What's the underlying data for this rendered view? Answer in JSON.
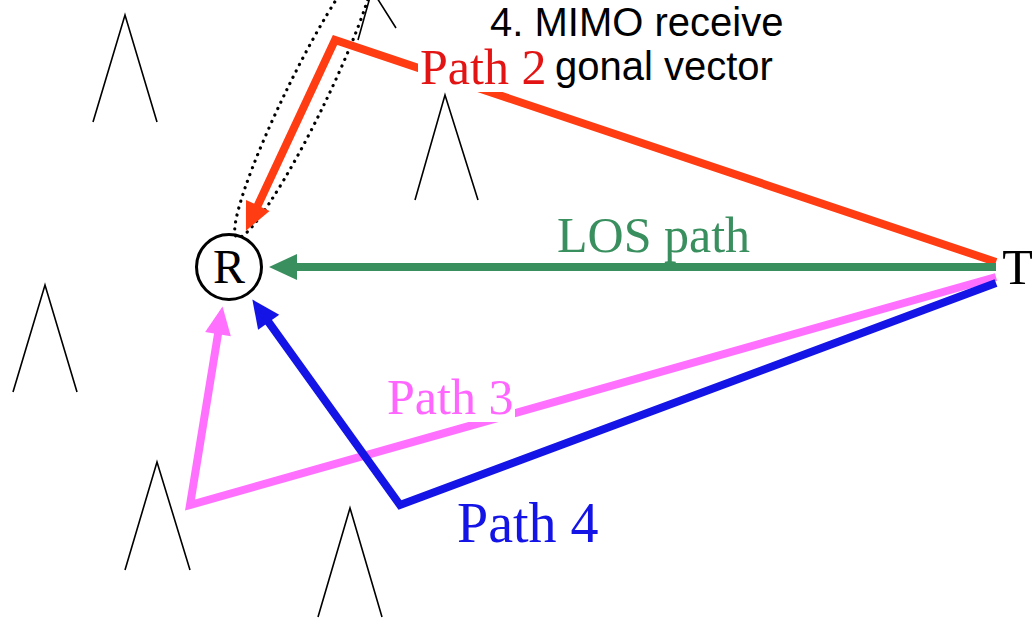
{
  "diagram": {
    "nodes": [
      {
        "text": [
          "R"
        ]
      },
      {
        "text": [
          "T"
        ]
      }
    ],
    "edges": [
      {
        "from": 1,
        "to": 0,
        "arrow": "to",
        "label": "Path 2"
      },
      {
        "from": 1,
        "to": 0,
        "arrow": "to",
        "label": "LOS path"
      },
      {
        "from": 1,
        "to": 0,
        "arrow": "to",
        "label": "Path 3"
      },
      {
        "from": 1,
        "to": 0,
        "arrow": "to",
        "label": "Path 4"
      }
    ],
    "labels": [
      "4. MIMO receive",
      "gonal vector"
    ]
  }
}
